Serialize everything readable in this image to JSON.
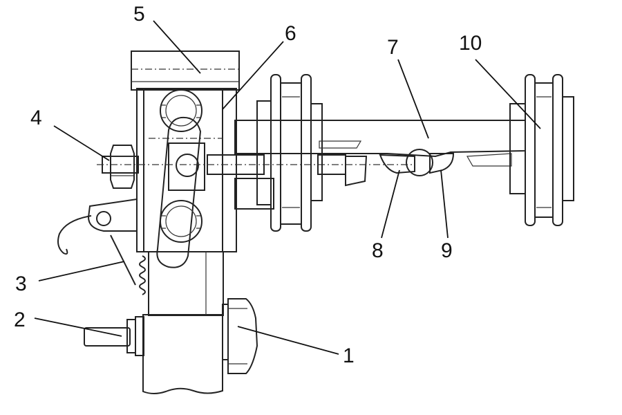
{
  "labels": {
    "l1": "1",
    "l2": "2",
    "l3": "3",
    "l4": "4",
    "l5": "5",
    "l6": "6",
    "l7": "7",
    "l8": "8",
    "l9": "9",
    "l10": "10"
  },
  "colors": {
    "green": "#8fdb3a",
    "yellow": "#f7f25a",
    "red": "#ff1a1a",
    "blue": "#5a9be8",
    "line": "#222222",
    "background": "#ffffff"
  }
}
